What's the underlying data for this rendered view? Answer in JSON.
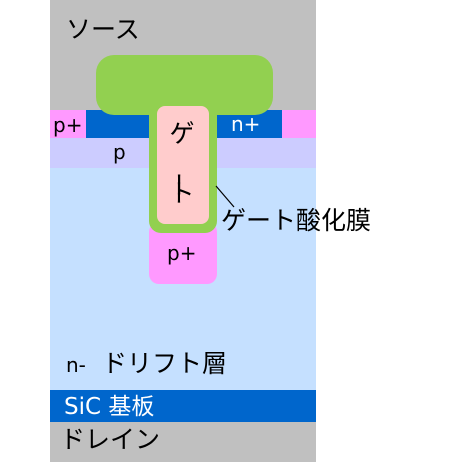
{
  "labels": {
    "source": "ソース",
    "gate": "ゲート",
    "gate_oxide": "ゲート酸化膜",
    "p_plus_left": "p+",
    "n_plus": "n+",
    "p_body": "p",
    "p_plus_bottom": "p+",
    "drift_prefix": "n-",
    "drift": "ドリフト層",
    "substrate": "SiC 基板",
    "drain": "ドレイン"
  },
  "colors": {
    "metal": "#c0c0c0",
    "gate_oxide": "#92d050",
    "gate_poly": "#ffcccc",
    "p_plus": "#ff99ff",
    "n_plus": "#0066cc",
    "p_body": "#ccccff",
    "drift": "#c5e0ff",
    "substrate": "#0066cc"
  }
}
